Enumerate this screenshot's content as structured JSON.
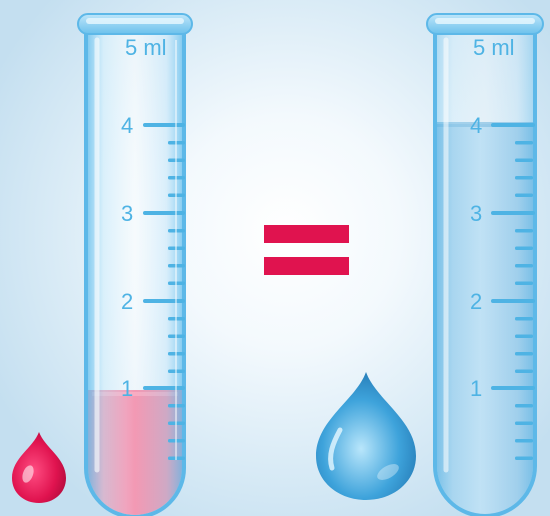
{
  "left_tube": {
    "capacity_label": "5 ml",
    "scale_labels": [
      "4",
      "3",
      "2",
      "1"
    ],
    "liquid": "blood",
    "liquid_color": "#e0134f",
    "fill_level_ml": 1
  },
  "equals_sign": {
    "color": "#e0134f"
  },
  "right_tube": {
    "capacity_label": "5 ml",
    "scale_labels": [
      "4",
      "3",
      "2",
      "1"
    ],
    "liquid": "water",
    "liquid_color": "#8fc7e8",
    "fill_level_ml": 4
  },
  "icons": {
    "left_drop": "blood-drop-icon",
    "right_drop": "water-drop-icon"
  }
}
